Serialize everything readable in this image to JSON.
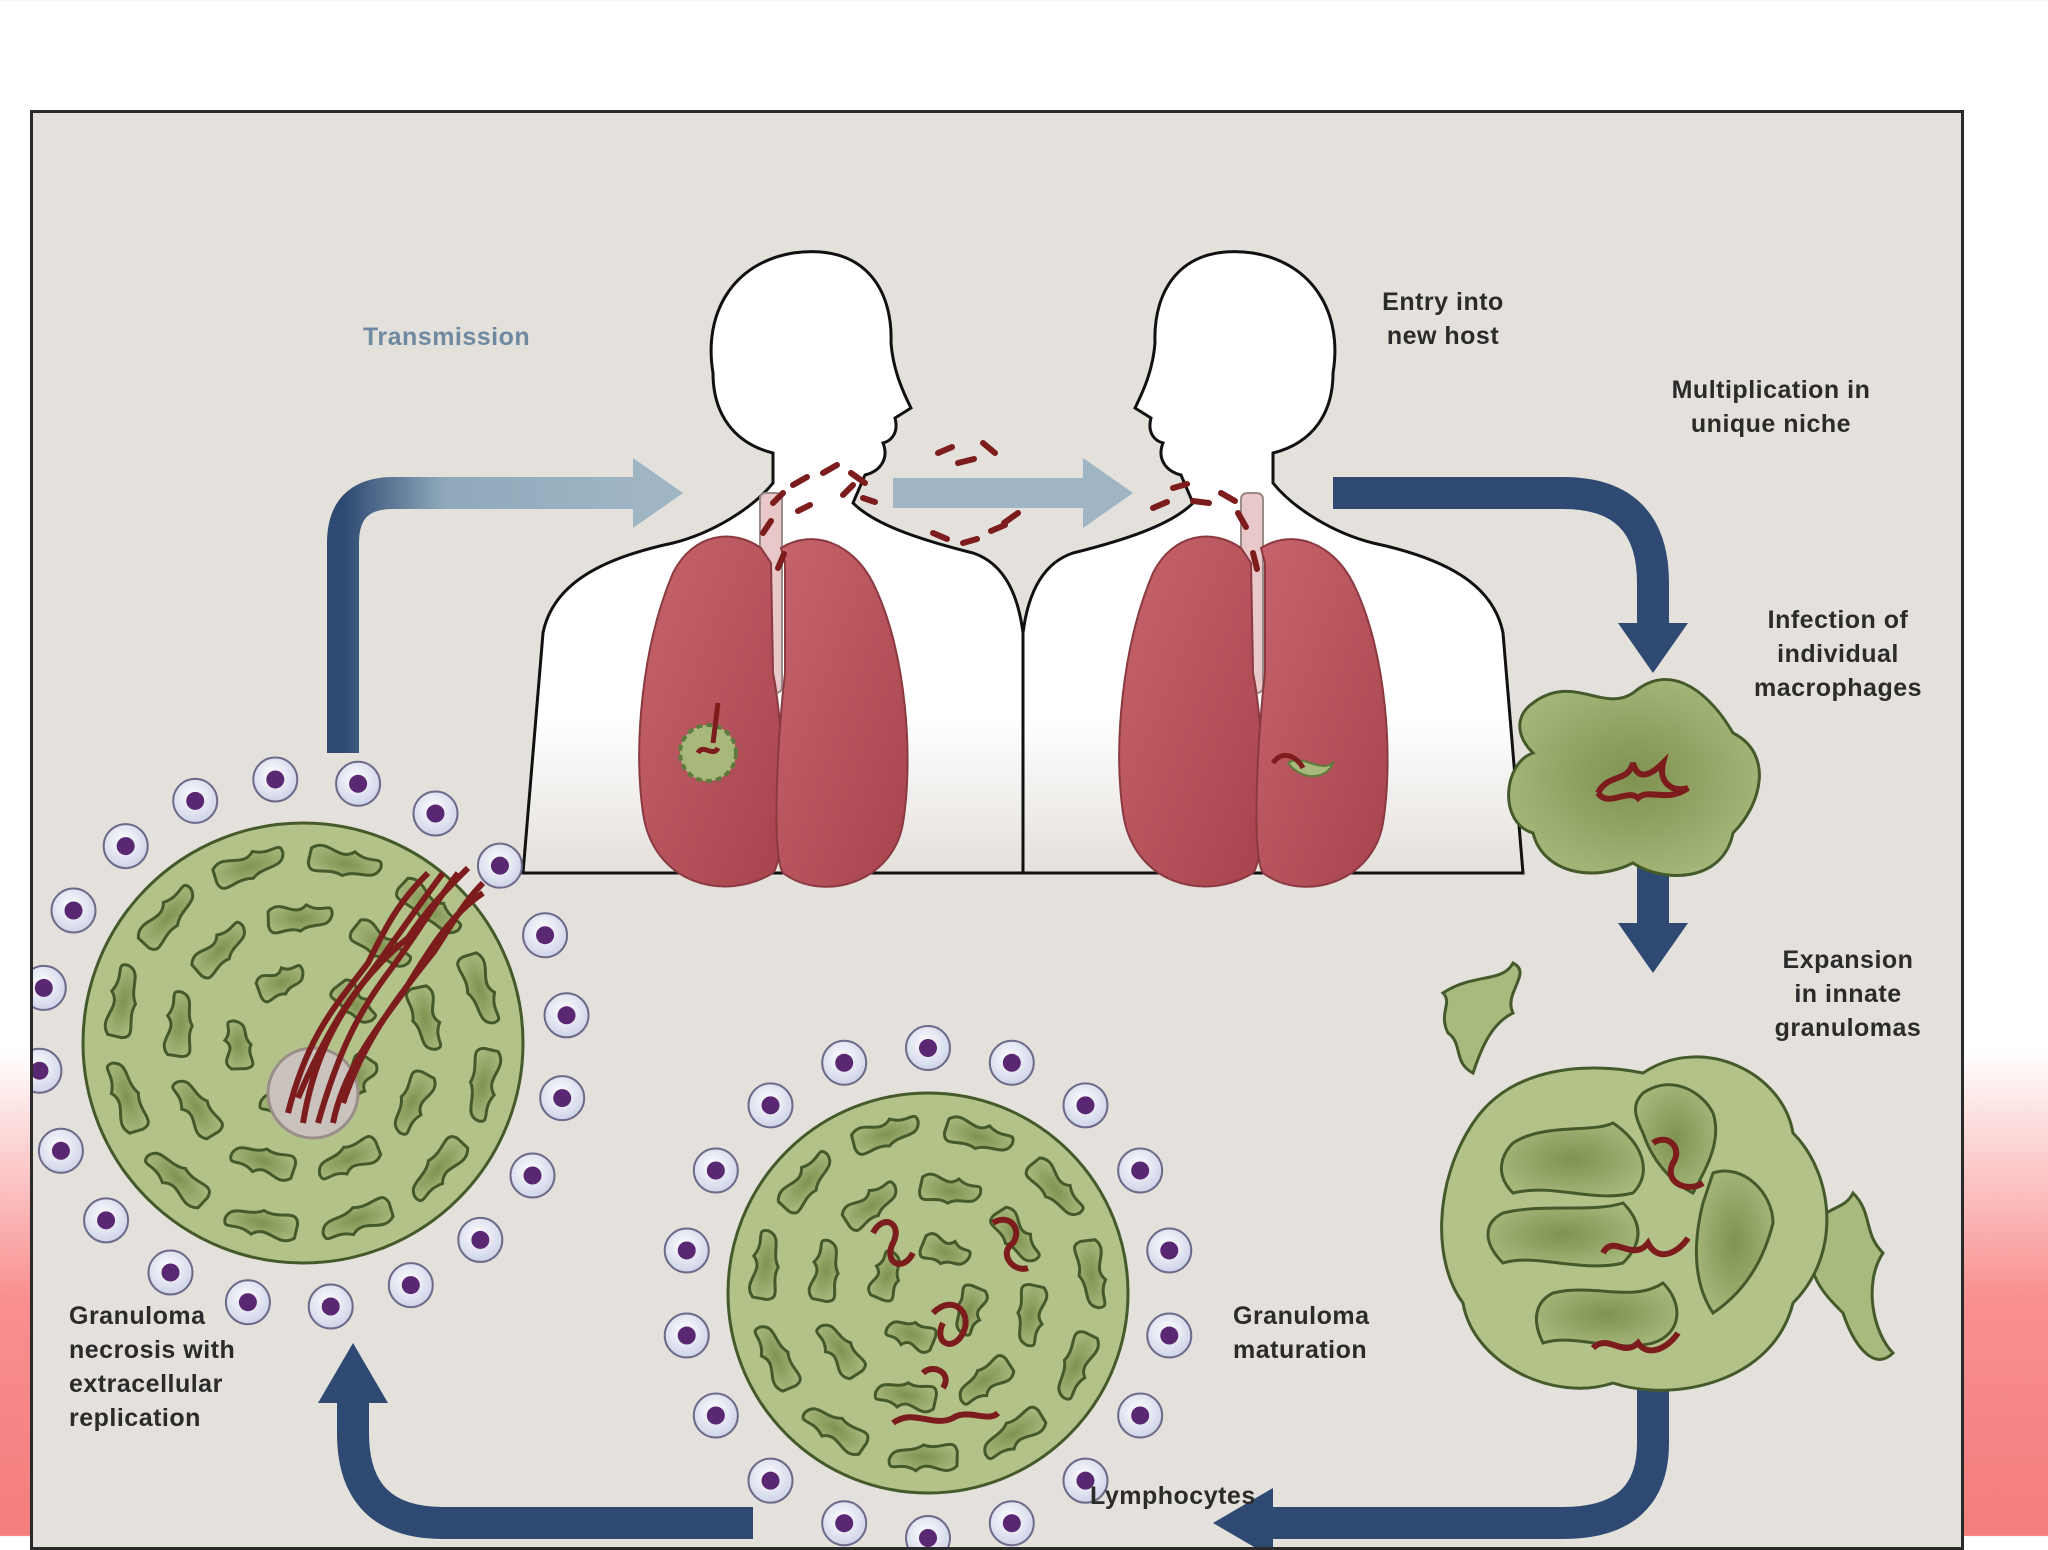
{
  "diagram": {
    "labels": {
      "transmission": "Transmission",
      "entry": "Entry into\nnew host",
      "multiplication": "Multiplication in\nunique niche",
      "infection": "Infection of\nindividual\nmacrophages",
      "expansion": "Expansion\nin innate\ngranulomas",
      "maturation": "Granuloma\nmaturation",
      "lymphocytes": "Lymphocytes",
      "necrosis": "Granuloma\nnecrosis with\nextracellular\nreplication"
    },
    "colors": {
      "panel_bg": "#e4e0db",
      "cycle_arrow": "#2e4a72",
      "transmission_arrow": "#8fa9bb",
      "lung": "#b9525b",
      "macrophage": "#93a865",
      "bacteria": "#7d1c1c",
      "lymphocyte_nucleus": "#5a2872"
    }
  }
}
